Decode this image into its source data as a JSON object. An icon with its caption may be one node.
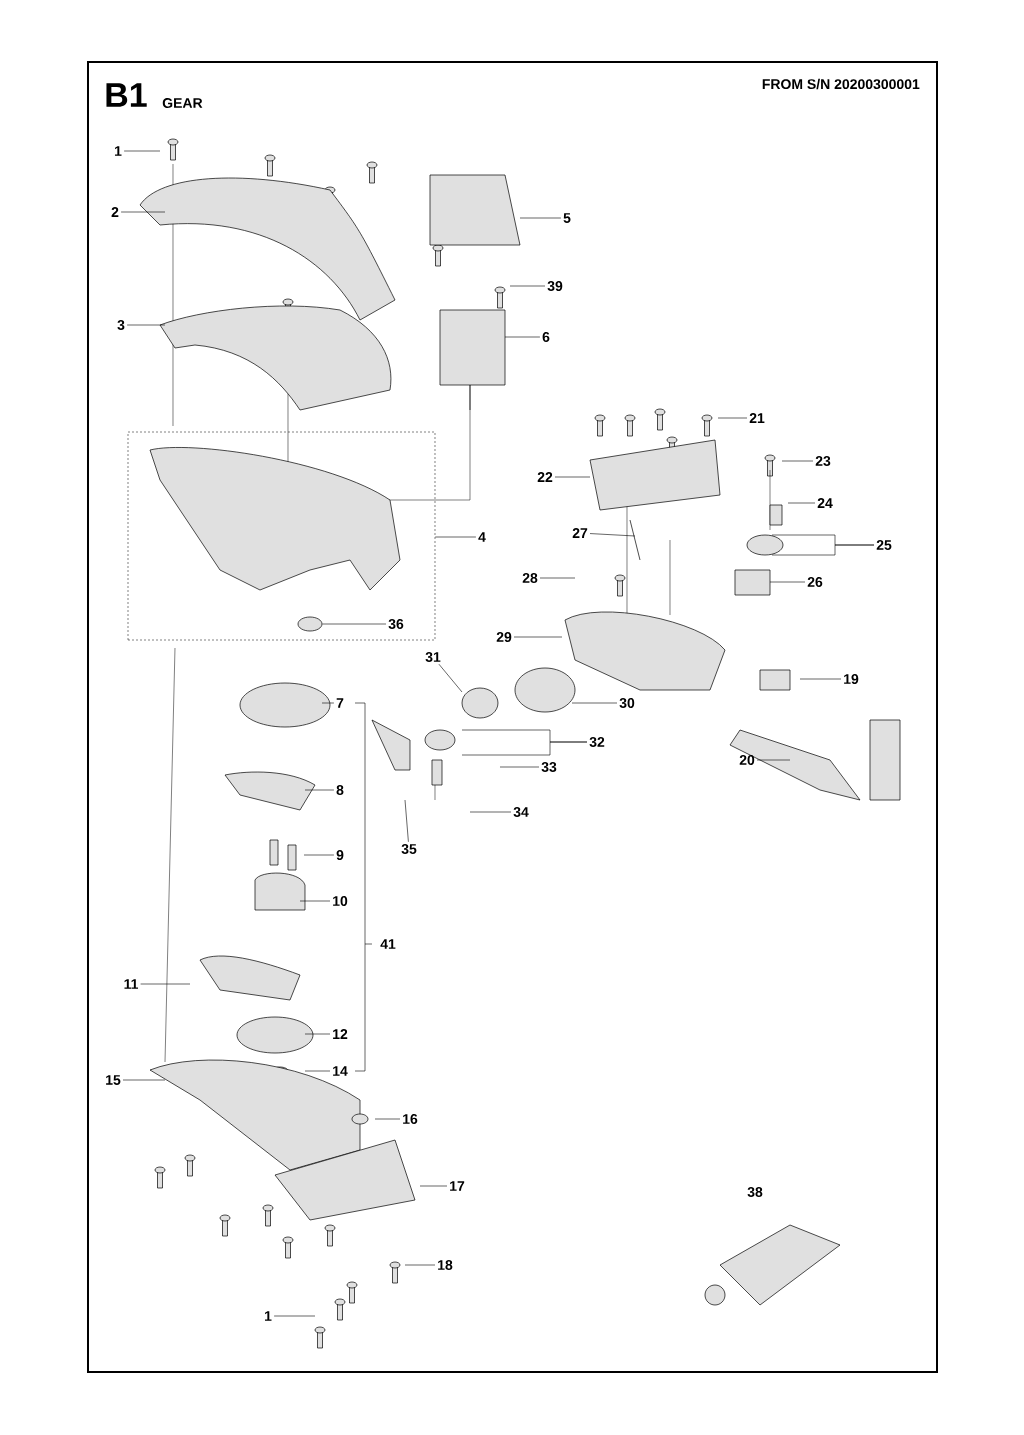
{
  "diagram": {
    "title": "B1",
    "nodes": [
      {
        "text": [
          "1"
        ]
      },
      {
        "text": [
          "2"
        ]
      },
      {
        "text": [
          "5"
        ]
      },
      {
        "text": [
          "39"
        ]
      },
      {
        "text": [
          "3"
        ]
      },
      {
        "text": [
          "6"
        ]
      },
      {
        "text": [
          "21"
        ]
      },
      {
        "text": [],
        "shape": "box"
      },
      {
        "text": [
          "23"
        ]
      },
      {
        "text": [
          "22"
        ]
      },
      {
        "text": [
          "24"
        ]
      },
      {
        "text": [
          "27"
        ]
      },
      {
        "text": [
          "4"
        ]
      },
      {
        "text": [
          "25"
        ]
      },
      {
        "text": [
          "28"
        ]
      },
      {
        "text": [
          "26"
        ]
      },
      {
        "text": [
          "36"
        ],
        "in": 7
      },
      {
        "text": [
          "29"
        ]
      },
      {
        "text": [
          "31"
        ]
      },
      {
        "text": [
          "19"
        ]
      },
      {
        "text": [
          "7"
        ]
      },
      {
        "text": [
          "30"
        ]
      },
      {
        "text": [
          "32"
        ]
      },
      {
        "text": [
          "20"
        ]
      },
      {
        "text": [
          "33"
        ]
      },
      {
        "text": [
          "8"
        ]
      },
      {
        "text": [
          "34"
        ]
      },
      {
        "text": [
          "35"
        ]
      },
      {
        "text": [
          "9"
        ]
      },
      {
        "text": [
          "10"
        ]
      },
      {
        "text": [
          "41"
        ]
      },
      {
        "text": [
          "11"
        ]
      },
      {
        "text": [
          "12"
        ]
      },
      {
        "text": [
          "14"
        ]
      },
      {
        "text": [
          "15"
        ]
      },
      {
        "text": [
          "16"
        ]
      },
      {
        "text": [
          "17"
        ]
      },
      {
        "text": [
          "18"
        ]
      },
      {
        "text": [
          "1"
        ]
      },
      {
        "text": [],
        "shape": "circle",
        "in": 7
      }
    ],
    "edges": [
      {
        "from": 0,
        "to": null,
        "arrow": "none"
      },
      {
        "from": 1,
        "to": null,
        "arrow": "none"
      },
      {
        "from": 2,
        "to": null,
        "arrow": "none"
      },
      {
        "from": 3,
        "to": null,
        "arrow": "none"
      },
      {
        "from": 4,
        "to": null,
        "arrow": "none"
      },
      {
        "from": 5,
        "to": null,
        "arrow": "none"
      },
      {
        "from": 6,
        "to": null,
        "arrow": "none"
      },
      {
        "from": 8,
        "to": null,
        "arrow": "none"
      },
      {
        "from": 9,
        "to": null,
        "arrow": "none"
      },
      {
        "from": 10,
        "to": null,
        "arrow": "none"
      },
      {
        "from": 11,
        "to": null,
        "arrow": "none"
      },
      {
        "from": 12,
        "to": 7,
        "arrow": "none"
      },
      {
        "from": 13,
        "to": null,
        "arrow": "none"
      },
      {
        "from": 13,
        "to": null,
        "arrow": "none"
      },
      {
        "from": 14,
        "to": null,
        "arrow": "none"
      },
      {
        "from": 15,
        "to": null,
        "arrow": "none"
      },
      {
        "from": 16,
        "to": 39,
        "arrow": "none"
      },
      {
        "from": 17,
        "to": null,
        "arrow": "none"
      },
      {
        "from": 18,
        "to": null,
        "arrow": "none"
      },
      {
        "from": 19,
        "to": null,
        "arrow": "none"
      },
      {
        "from": 20,
        "to": null,
        "arrow": "none"
      },
      {
        "from": 21,
        "to": null,
        "arrow": "none"
      },
      {
        "from": 22,
        "to": null,
        "arrow": "none"
      },
      {
        "from": 22,
        "to": null,
        "arrow": "none"
      },
      {
        "from": 23,
        "to": null,
        "arrow": "none"
      },
      {
        "from": 24,
        "to": null,
        "arrow": "none"
      },
      {
        "from": 25,
        "to": null,
        "arrow": "none"
      },
      {
        "from": 26,
        "to": null,
        "arrow": "none"
      },
      {
        "from": 27,
        "to": null,
        "arrow": "none"
      },
      {
        "from": 28,
        "to": null,
        "arrow": "none"
      },
      {
        "from": 29,
        "to": null,
        "arrow": "none"
      },
      {
        "from": 31,
        "to": null,
        "arrow": "none"
      },
      {
        "from": 32,
        "to": null,
        "arrow": "none"
      },
      {
        "from": 33,
        "to": null,
        "arrow": "none"
      },
      {
        "from": 34,
        "to": null,
        "arrow": "none"
      },
      {
        "from": 35,
        "to": null,
        "arrow": "none"
      },
      {
        "from": 36,
        "to": null,
        "arrow": "none"
      },
      {
        "from": 37,
        "to": null,
        "arrow": "none"
      },
      {
        "from": 38,
        "to": null,
        "arrow": "none"
      }
    ],
    "labels": [
      "GEAR",
      "FROM S/N 20200300001",
      "38"
    ]
  }
}
